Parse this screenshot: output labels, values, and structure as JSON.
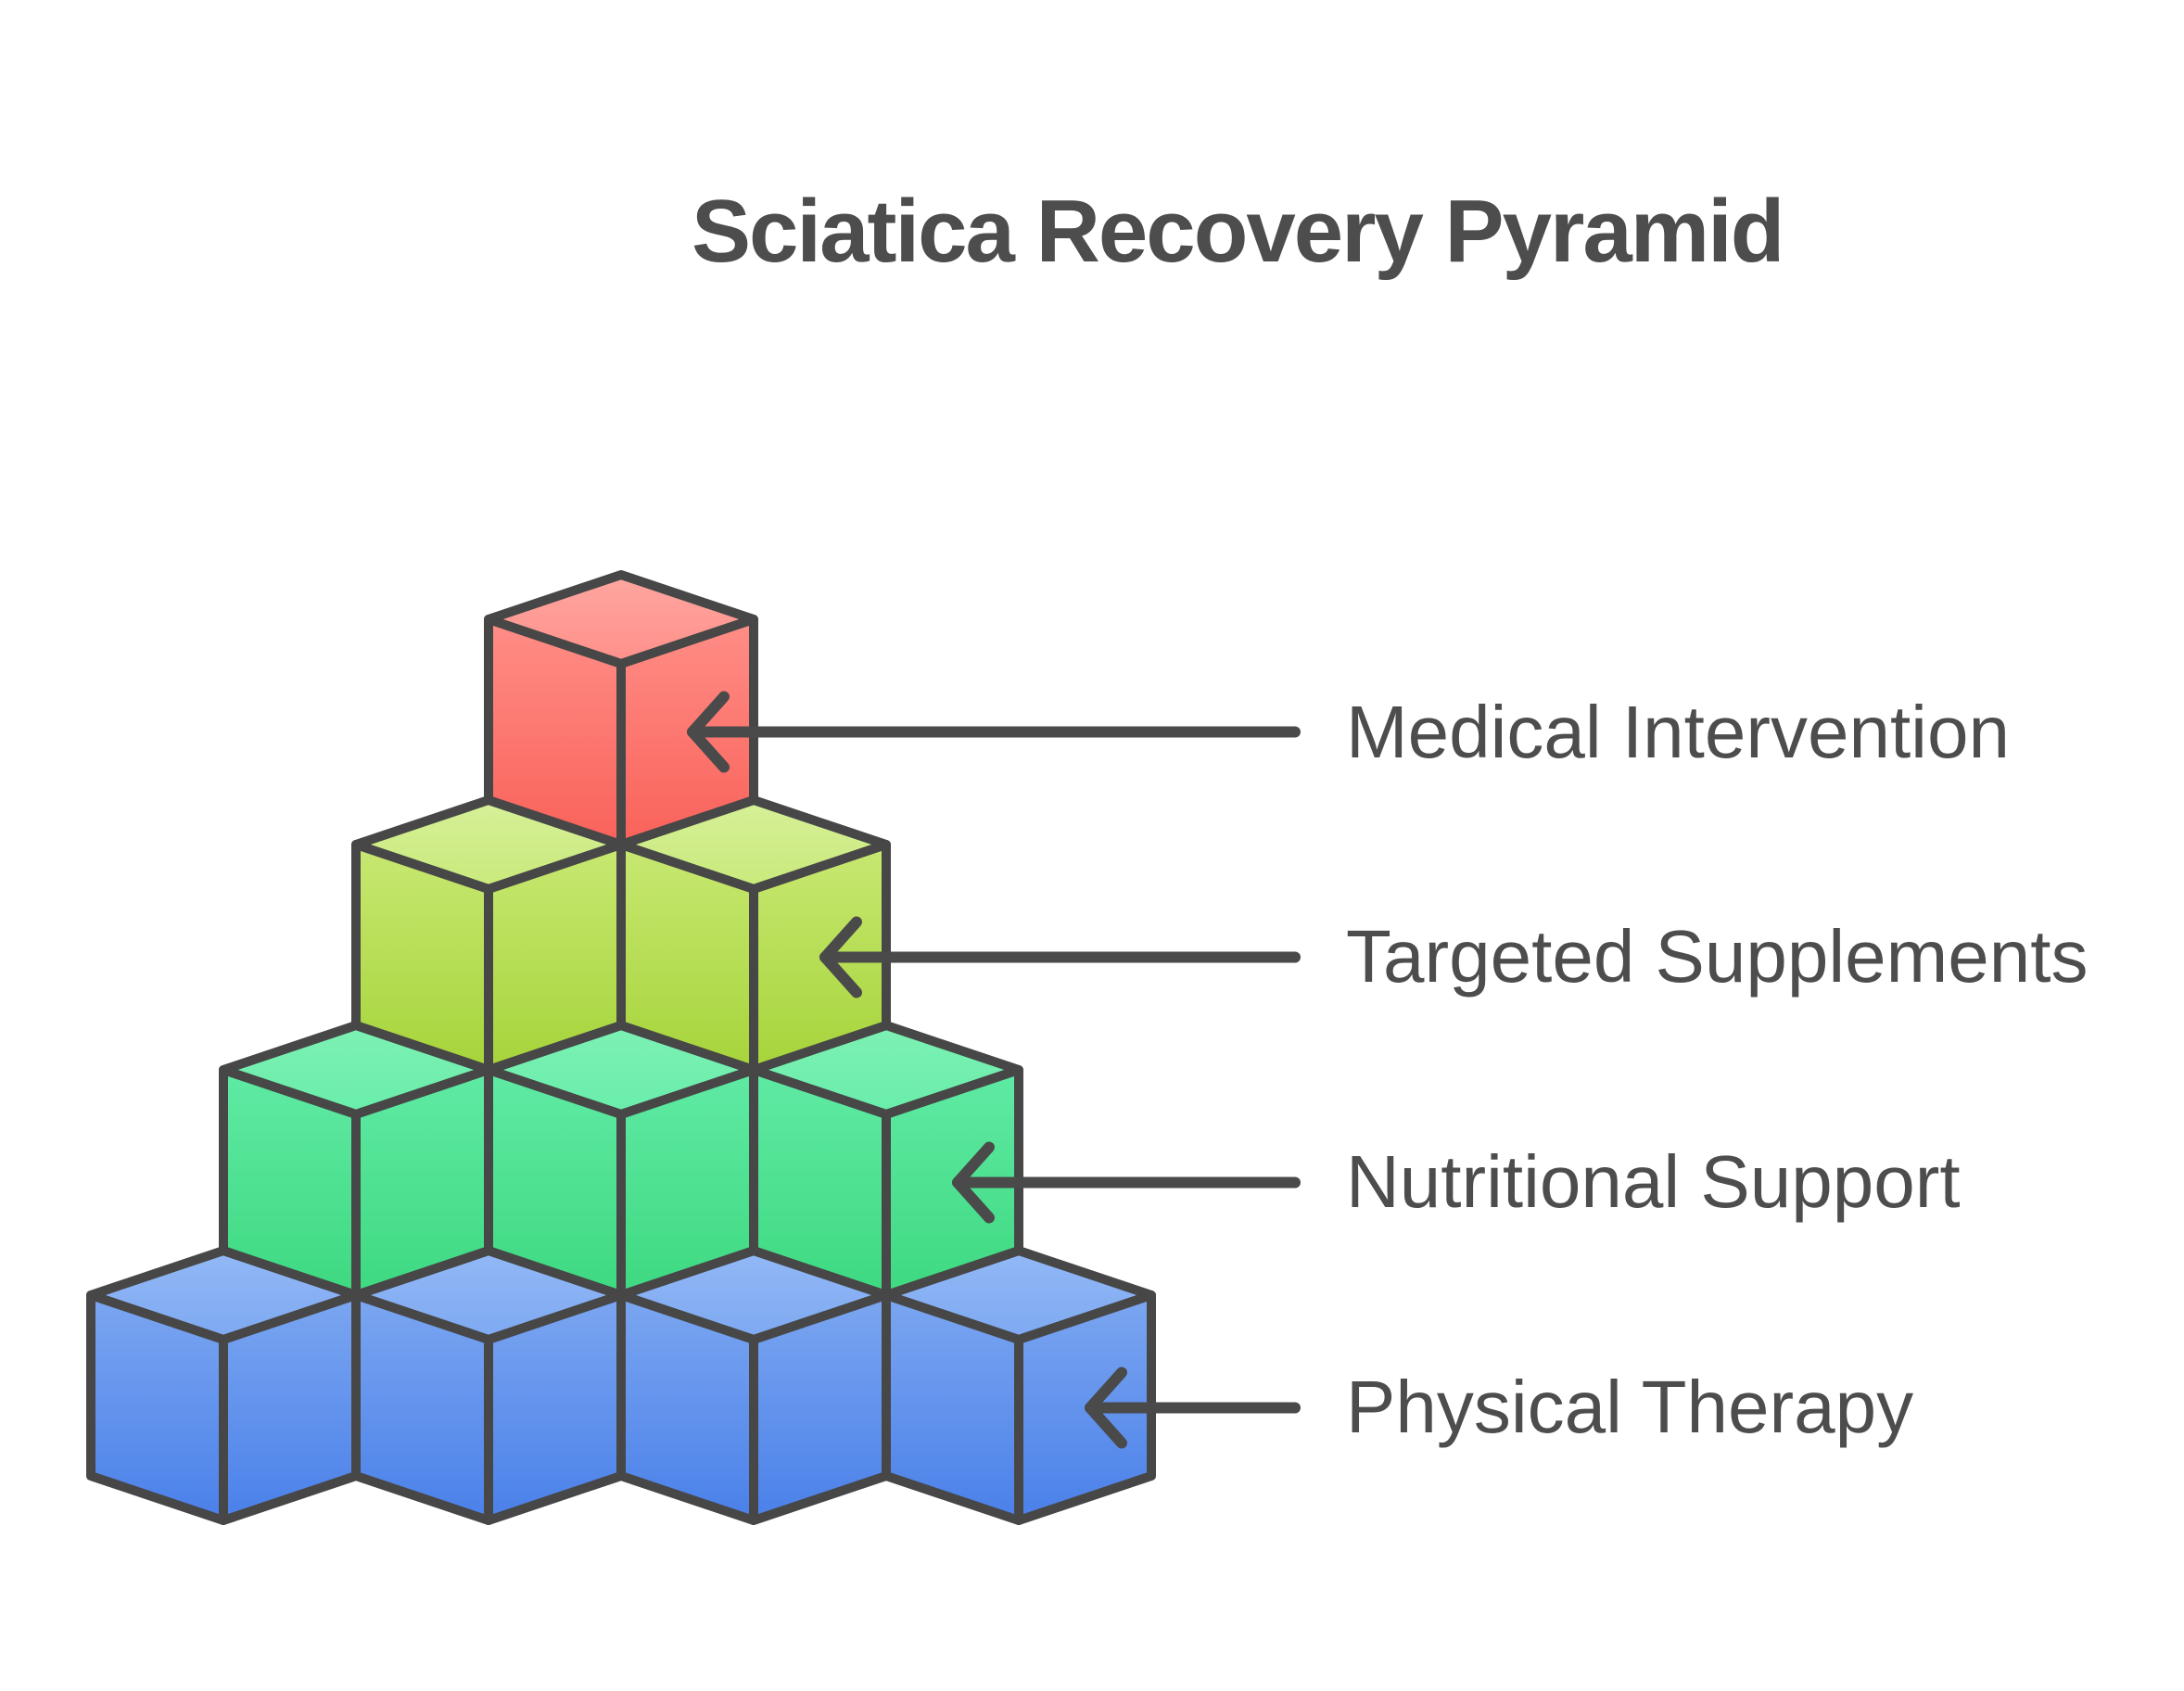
{
  "title": "Sciatica Recovery Pyramid",
  "levels": [
    {
      "label": "Medical Intervention",
      "cubes": 1,
      "top_gradient": [
        "#ffa6a0",
        "#ff908a"
      ],
      "front_gradient": [
        "#ff8e87",
        "#f9625a"
      ]
    },
    {
      "label": "Targeted Supplements",
      "cubes": 2,
      "top_gradient": [
        "#d6f098",
        "#c9e97b"
      ],
      "front_gradient": [
        "#c8e872",
        "#a6d43a"
      ]
    },
    {
      "label": "Nutritional Support",
      "cubes": 3,
      "top_gradient": [
        "#7df1b4",
        "#69edaa"
      ],
      "front_gradient": [
        "#60eaa4",
        "#3ed981"
      ]
    },
    {
      "label": "Physical Therapy",
      "cubes": 4,
      "top_gradient": [
        "#92b8f6",
        "#7ea9f1"
      ],
      "front_gradient": [
        "#7ba6f0",
        "#4a80e9"
      ]
    }
  ],
  "style": {
    "background": "#ffffff",
    "cube_stroke": "#474747",
    "arrow_color": "#4a4a4a",
    "title_color": "#4d4d4d",
    "label_color": "#4d4d4d"
  },
  "icons": {
    "arrow": "left-arrow-icon"
  }
}
